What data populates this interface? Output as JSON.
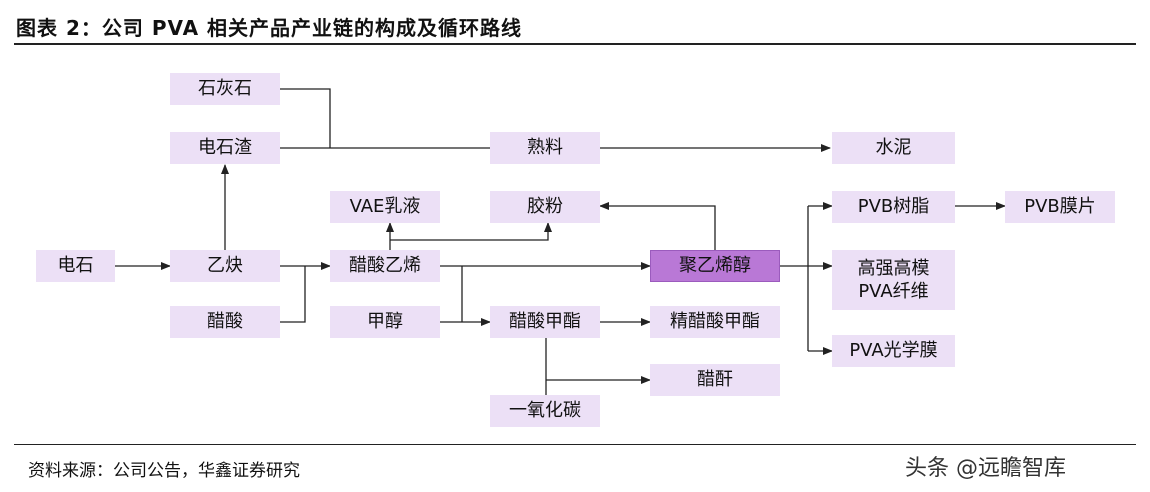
{
  "header": {
    "title": "图表 2：公司 PVA 相关产品产业链的构成及循环路线"
  },
  "footer": {
    "source": "资料来源：公司公告，华鑫证券研究",
    "watermark": "头条 @远瞻智库"
  },
  "nodes": {
    "limestone": "石灰石",
    "carbide_slag": "电石渣",
    "clinker": "熟料",
    "cement": "水泥",
    "vae": "VAE乳液",
    "rubber_powder": "胶粉",
    "pvb_resin": "PVB树脂",
    "pvb_film": "PVB膜片",
    "calcium_carbide": "电石",
    "acetylene": "乙炔",
    "vinyl_acetate": "醋酸乙烯",
    "pva": "聚乙烯醇",
    "hs_pva_fiber": "高强高模\nPVA纤维",
    "acetic_acid": "醋酸",
    "methanol": "甲醇",
    "methyl_acetate": "醋酸甲酯",
    "refined_methyl_acetate": "精醋酸甲酯",
    "pva_optical_film": "PVA光学膜",
    "acetic_anhydride": "醋酐",
    "carbon_monoxide": "一氧化碳"
  },
  "colors": {
    "node": "#ece0f6",
    "highlight": "#b978d6",
    "line": "#222222"
  }
}
